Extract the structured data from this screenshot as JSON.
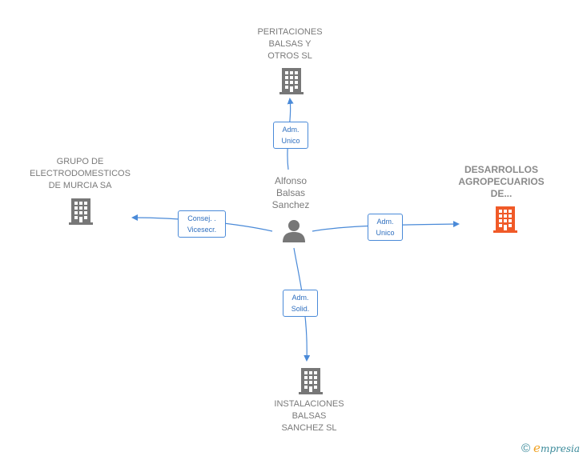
{
  "center": {
    "name_lines": [
      "Alfonso",
      "Balsas",
      "Sanchez"
    ],
    "icon": "person-icon"
  },
  "companies": {
    "top": {
      "name_lines": [
        "PERITACIONES",
        "BALSAS Y",
        "OTROS SL"
      ],
      "icon": "building-icon",
      "color": "#777777"
    },
    "left": {
      "name_lines": [
        "GRUPO DE",
        "ELECTRODOMESTICOS",
        "DE MURCIA SA"
      ],
      "icon": "building-icon",
      "color": "#777777"
    },
    "right": {
      "name_lines": [
        "DESARROLLOS",
        "AGROPECUARIOS",
        "DE..."
      ],
      "icon": "building-icon",
      "color": "#f05a28"
    },
    "bottom": {
      "name_lines": [
        "INSTALACIONES",
        "BALSAS",
        "SANCHEZ SL"
      ],
      "icon": "building-icon",
      "color": "#777777"
    }
  },
  "relations": {
    "top": [
      "Adm.",
      "Unico"
    ],
    "left": [
      "Consej. .",
      "Vicesecr."
    ],
    "right": [
      "Adm.",
      "Unico"
    ],
    "bottom": [
      "Adm.",
      "Solid."
    ]
  },
  "colors": {
    "edge": "#4a8ad8",
    "text": "#7a7a7a",
    "focus_building": "#f05a28",
    "building": "#777777"
  },
  "footer": {
    "copyright_symbol": "©",
    "brand_initial": "e",
    "brand_rest": "mpresia"
  }
}
